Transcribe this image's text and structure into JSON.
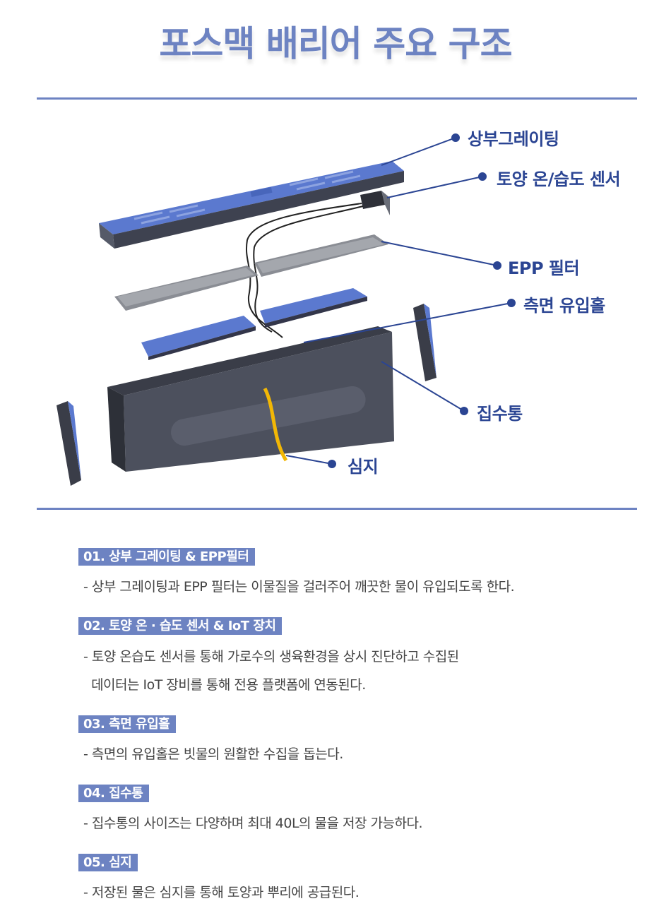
{
  "title": "포스맥 배리어 주요 구조",
  "callouts": {
    "grating": "상부그레이팅",
    "sensor": "토양 온/습도 센서",
    "filter": "EPP 필터",
    "inlet": "측면 유입홀",
    "tank": "집수통",
    "wick": "심지"
  },
  "sections": [
    {
      "heading": "01. 상부 그레이팅 & EPP필터",
      "lines": [
        "- 상부 그레이팅과 EPP 필터는 이물질을 걸러주어 깨끗한 물이 유입되도록 한다."
      ]
    },
    {
      "heading": "02. 토양 온 · 습도 센서 & IoT 장치",
      "lines": [
        "- 토양 온습도 센서를 통해 가로수의 생육환경을 상시 진단하고 수집된",
        "  데이터는 IoT 장비를 통해 전용 플랫폼에 연동된다."
      ]
    },
    {
      "heading": "03. 측면 유입홀",
      "lines": [
        "- 측면의 유입홀은 빗물의 원활한 수집을 돕는다."
      ]
    },
    {
      "heading": "04. 집수통",
      "lines": [
        "- 집수통의 사이즈는 다양하며 최대 40L의 물을 저장 가능하다."
      ]
    },
    {
      "heading": "05. 심지",
      "lines": [
        "- 저장된 물은 심지를 통해 토양과 뿌리에 공급된다."
      ]
    }
  ],
  "colors": {
    "accent": "#6d83c2",
    "callout": "#2b4593",
    "body": "#444444"
  }
}
